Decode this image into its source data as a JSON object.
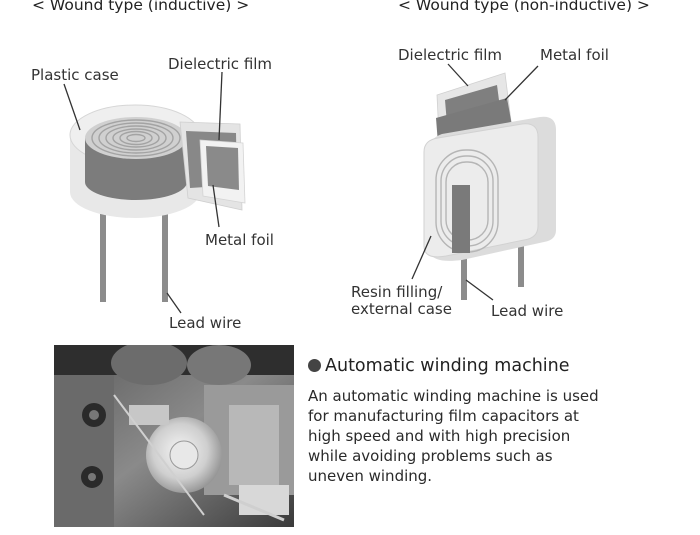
{
  "inductive": {
    "title": "< Wound type (inductive) >",
    "labels": {
      "plastic_case": "Plastic case",
      "dielectric_film": "Dielectric film",
      "metal_foil": "Metal foil",
      "lead_wire": "Lead wire"
    }
  },
  "non_inductive": {
    "title": "< Wound type (non-inductive) >",
    "labels": {
      "dielectric_film": "Dielectric film",
      "metal_foil": "Metal foil",
      "resin_line1": "Resin filling/",
      "resin_line2": "external case",
      "lead_wire": "Lead wire"
    }
  },
  "machine": {
    "heading": "Automatic winding machine",
    "lines": [
      "An automatic winding machine is used",
      "for manufacturing film capacitors at",
      "high speed and with high precision",
      "while avoiding problems such as",
      "uneven winding."
    ]
  },
  "colors": {
    "case_light": "#e6e6e6",
    "foil_dark": "#7c7c7c",
    "leader_line": "#333333"
  }
}
